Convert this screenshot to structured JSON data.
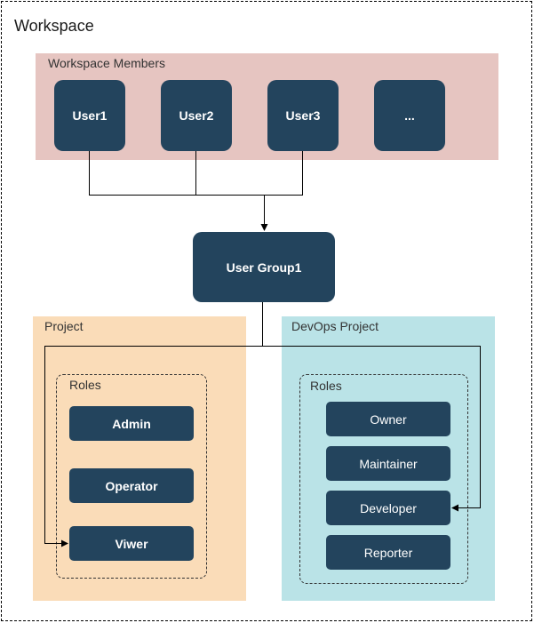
{
  "workspace": {
    "title": "Workspace"
  },
  "members": {
    "label": "Workspace Members",
    "users": [
      "User1",
      "User2",
      "User3",
      "..."
    ]
  },
  "group": {
    "label": "User Group1"
  },
  "project": {
    "label": "Project",
    "roles_label": "Roles",
    "roles": [
      "Admin",
      "Operator",
      "Viwer"
    ]
  },
  "devops": {
    "label": "DevOps Project",
    "roles_label": "Roles",
    "roles": [
      "Owner",
      "Maintainer",
      "Developer",
      "Reporter"
    ]
  },
  "colors": {
    "members_bg": "#e6c5c1",
    "project_bg": "#fadcb8",
    "devops_bg": "#bae3e7",
    "node_fill": "#23445d",
    "node_text": "#ffffff",
    "line": "#000000"
  }
}
